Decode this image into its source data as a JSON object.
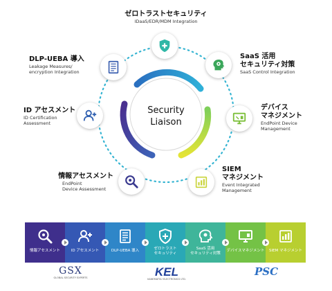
{
  "center": {
    "line1": "Security",
    "line2": "Liaison"
  },
  "nodes": {
    "zero_trust": {
      "title": "ゼロトラストセキュリティ",
      "sub": "IDaaS/EDR/MDM Integration"
    },
    "saas": {
      "title1": "SaaS 活用",
      "title2": "セキュリティ対策",
      "sub": "SaaS Control Integration"
    },
    "device": {
      "title1": "デバイス",
      "title2": "マネジメント",
      "sub1": "EndPoint Device",
      "sub2": "Management"
    },
    "siem": {
      "title1": "SIEM",
      "title2": "マネジメント",
      "sub1": "Event Integrated",
      "sub2": "Management"
    },
    "info_assess": {
      "title": "情報アセスメント",
      "sub1": "EndPoint",
      "sub2": "Device Assessment"
    },
    "id_assess": {
      "title": "ID アセスメント",
      "sub1": "ID Certification",
      "sub2": "Assessment"
    },
    "dlp": {
      "title": "DLP-UEBA 導入",
      "sub1": "Leakage Measures/",
      "sub2": "encryption Integration"
    }
  },
  "strip": {
    "s1": "情報アセスメント",
    "s2": "ID アセスメント",
    "s3": "DLP-UEBA 導入",
    "s4a": "ゼロトラスト",
    "s4b": "セキュリティ",
    "s5a": "SaaS 活用",
    "s5b": "セキュリティ対策",
    "s6": "デバイスマネジメント",
    "s7": "SIEM マネジメント"
  },
  "logos": {
    "gsx": "GSX",
    "gsx_sub": "GLOBAL SECURITY EXPERTS",
    "kel": "KEL",
    "kel_sub": "KANEMATSU ELECTRONICS LTD.",
    "psc": "PSC"
  },
  "colors": {
    "purple": "#4a2f8f",
    "blue": "#2f7cc4",
    "teal": "#2fb7a6",
    "green": "#59bf5a",
    "lime": "#c9d93a",
    "yellow": "#e6e636"
  }
}
